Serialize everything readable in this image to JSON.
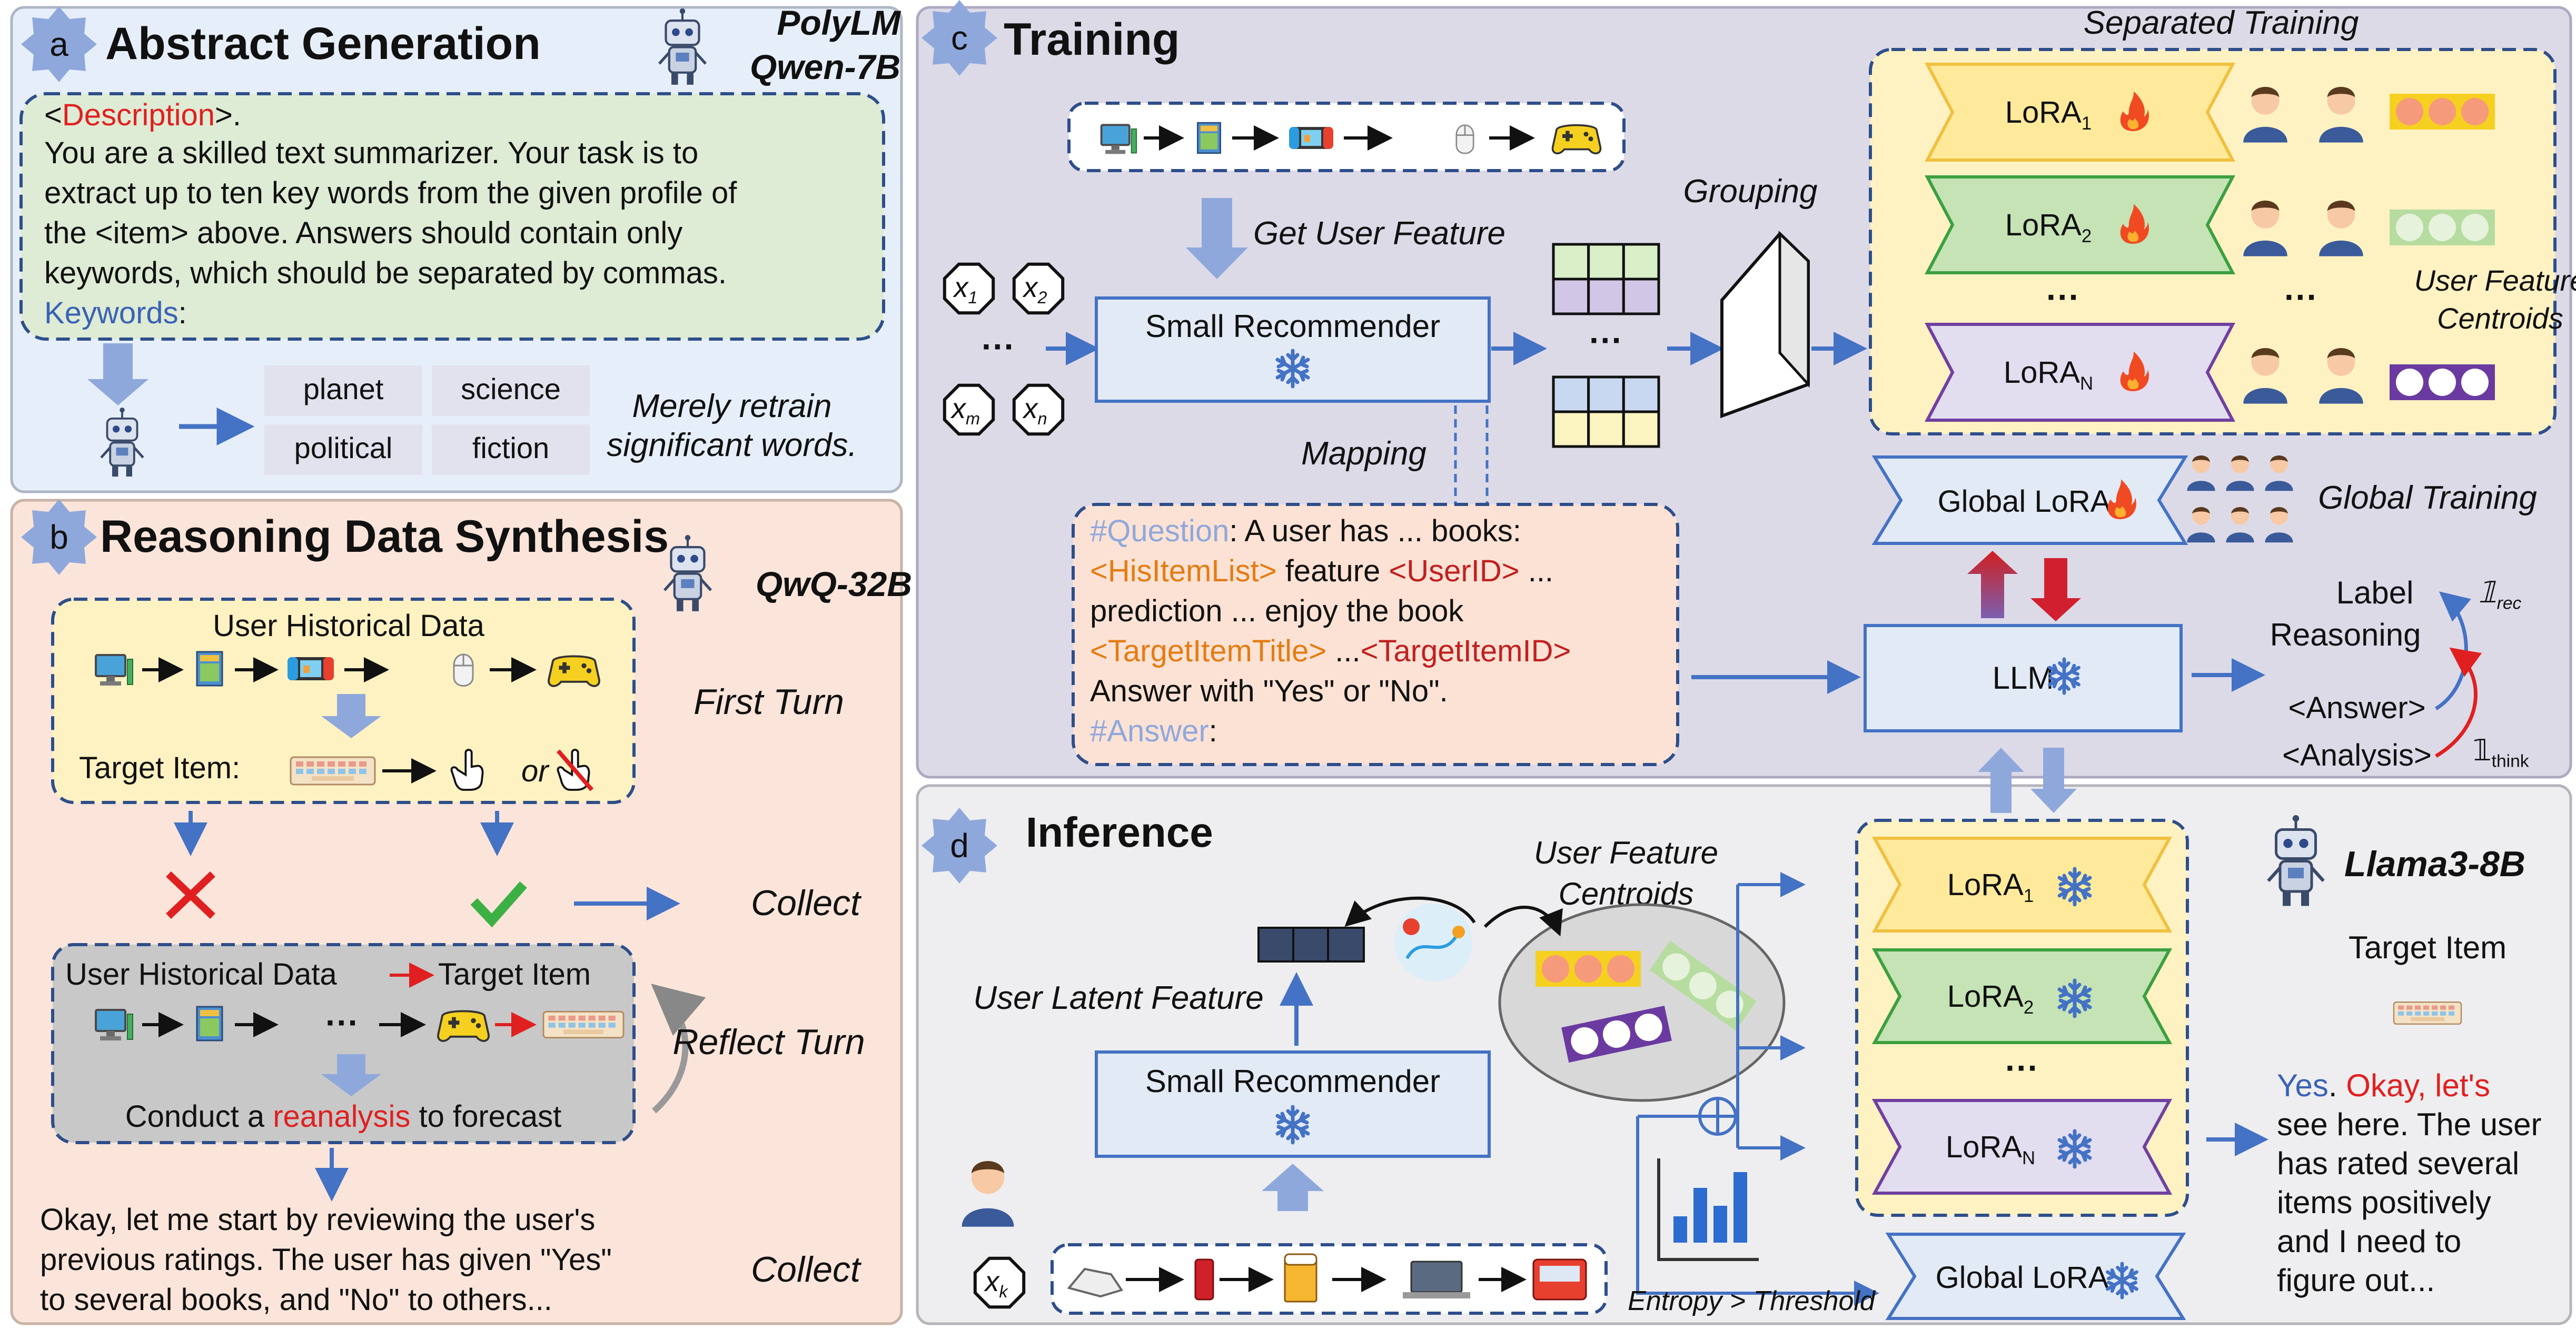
{
  "colors": {
    "panel_a_bg": "#E6EFF9",
    "panel_b_bg": "#FBE5DA",
    "panel_c_bg": "#DDDAE8",
    "panel_d_bg": "#EEEEF0",
    "green_text": "#5B8C3A",
    "red_text": "#E02020",
    "blue_text": "#3A62B4",
    "orange_text": "#E47C14",
    "lora_yellow": "#FFEA9C",
    "lora_green": "#C5E3B5",
    "lora_purple": "#E3DDF0",
    "arrow_blue": "#4472C4"
  },
  "panel_a": {
    "badge": "a",
    "title": "Abstract Generation",
    "models": [
      "PolyLM",
      "Qwen-7B"
    ],
    "prompt": {
      "tag_open": "<",
      "tag_word": "Description",
      "tag_close": ">.",
      "lines": [
        "You are a skilled text summarizer. Your task is to",
        "extract up to ten key words from the given profile of",
        "the <item> above. Answers should contain only",
        "keywords, which should be separated by commas."
      ],
      "keywords_label": "Keywords",
      "keywords_colon": ":"
    },
    "keywords": [
      "planet",
      "science",
      "political",
      "fiction"
    ],
    "note": [
      "Merely retrain",
      "significant words."
    ]
  },
  "panel_b": {
    "badge": "b",
    "title": "Reasoning Data Synthesis",
    "model": "QwQ-32B",
    "history_label": "User Historical Data",
    "target_label": "Target Item:",
    "or_label": "or",
    "first_turn": "First Turn",
    "collect_1": "Collect",
    "reflect_history": "User Historical Data",
    "reflect_target": "Target Item",
    "reflect_dots": "···",
    "conduct_pre": "Conduct a ",
    "conduct_word": "reanalysis",
    "conduct_post": " to forecast",
    "reflect_turn": "Reflect Turn",
    "answer_lines": [
      "Okay, let me start by reviewing the user's",
      "previous ratings. The user has given \"Yes\"",
      "to several books, and \"No\" to others..."
    ],
    "collect_2": "Collect"
  },
  "panel_c": {
    "badge": "c",
    "title": "Training",
    "get_user_feature": "Get User Feature",
    "x_nodes": [
      "x1",
      "x2",
      "xm",
      "xn"
    ],
    "x_labels": [
      {
        "base": "x",
        "sub": "1"
      },
      {
        "base": "x",
        "sub": "2"
      },
      {
        "base": "x",
        "sub": "m"
      },
      {
        "base": "x",
        "sub": "n"
      }
    ],
    "dots": "···",
    "small_recommender": "Small Recommender",
    "grouping": "Grouping",
    "mapping": "Mapping",
    "separated_training": "Separated Training",
    "loras": [
      {
        "base": "LoRA",
        "sub": "1"
      },
      {
        "base": "LoRA",
        "sub": "2"
      },
      {
        "base": "LoRA",
        "sub": "N"
      }
    ],
    "user_feature_centroids": [
      "User Feature",
      "Centroids"
    ],
    "global_lora": "Global LoRA",
    "global_training": "Global Training",
    "prompt": {
      "q_tag": "#Question",
      "q_text": ": A user has ... books:",
      "his_tag": "<HisItemList>",
      "feature_word": " feature ",
      "user_tag": "<UserID>",
      "user_after": " ...",
      "line3": "prediction ... enjoy the book",
      "title_tag": "<TargetItemTitle>",
      "title_mid": " ...",
      "target_tag": "<TargetItemID>",
      "line5": "Answer with \"Yes\" or \"No\".",
      "answer_tag": "#Answer",
      "answer_colon": ":"
    },
    "llm": "LLM",
    "label_text": "Label",
    "reasoning_text": "Reasoning",
    "answer_tag": "<Answer>",
    "analysis_tag": "<Analysis>",
    "loss_rec": {
      "base": "𝟙",
      "sub": "rec"
    },
    "loss_think": {
      "base": "𝟙",
      "sub": "think"
    }
  },
  "panel_d": {
    "badge": "d",
    "title": "Inference",
    "user_feature_centroids": [
      "User Feature",
      "Centroids"
    ],
    "user_latent_feature": "User Latent Feature",
    "small_recommender": "Small Recommender",
    "x_label": {
      "base": "x",
      "sub": "k"
    },
    "entropy": "Entropy > Threshold",
    "loras": [
      {
        "base": "LoRA",
        "sub": "1"
      },
      {
        "base": "LoRA",
        "sub": "2"
      },
      {
        "base": "LoRA",
        "sub": "N"
      }
    ],
    "dots": "···",
    "global_lora": "Global LoRA",
    "model": "Llama3-8B",
    "target_item": "Target Item",
    "output_yes": "Yes",
    "output_dot": ".",
    "output_lines": [
      " Okay, let's",
      "see here. The user",
      "has rated several",
      "items positively",
      "and I need to",
      "figure out..."
    ]
  }
}
